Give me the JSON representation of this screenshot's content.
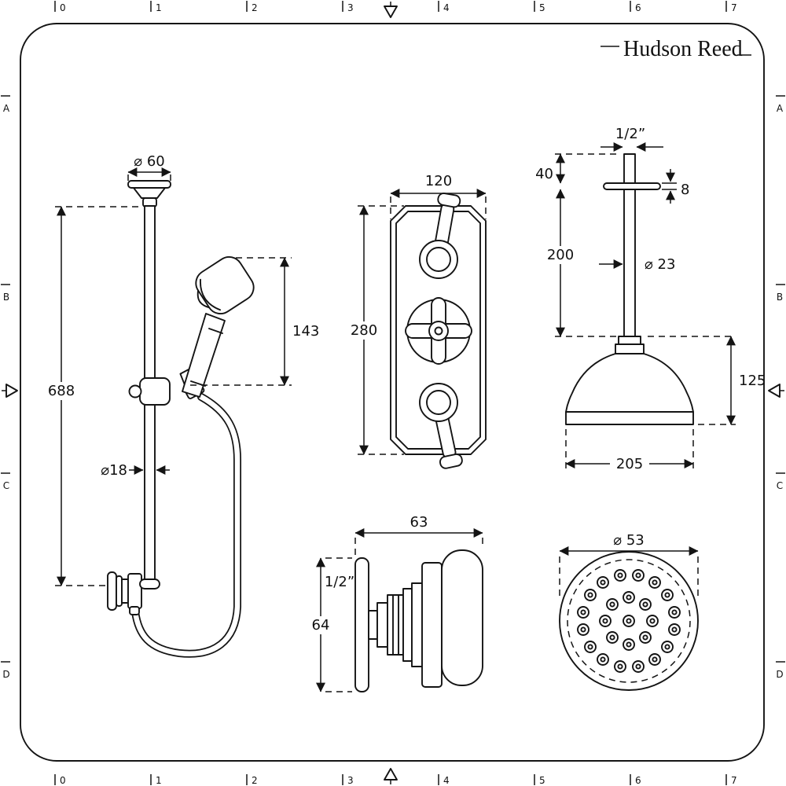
{
  "sheet": {
    "brand": "Hudson Reed",
    "ruler_top": [
      "0",
      "1",
      "2",
      "3",
      "4",
      "5",
      "6",
      "7"
    ],
    "ruler_bottom": [
      "0",
      "1",
      "2",
      "3",
      "4",
      "5",
      "6",
      "7"
    ],
    "ruler_left": [
      "A",
      "B",
      "C",
      "D"
    ],
    "ruler_right": [
      "A",
      "B",
      "C",
      "D"
    ],
    "line_color": "#141414"
  },
  "slide_rail": {
    "bracket_dia": "⌀ 60",
    "rail_length": "688",
    "handset_length": "143",
    "rail_dia": "⌀18"
  },
  "valve": {
    "width": "120",
    "height": "280"
  },
  "ceiling_shower": {
    "inlet": "1/2”",
    "top_offset": "40",
    "plate_thickness": "8",
    "arm_length": "200",
    "arm_dia": "⌀ 23",
    "head_height": "125",
    "head_dia": "205"
  },
  "body_jet": {
    "depth": "63",
    "inlet": "1/2”",
    "plate_height": "64"
  },
  "jet_face": {
    "dia": "⌀ 53"
  }
}
